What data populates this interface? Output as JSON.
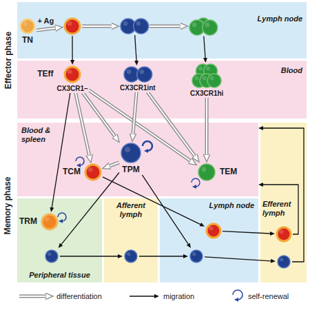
{
  "diagram": {
    "nodes": [
      {
        "text": [
          "Lymph node"
        ]
      },
      {
        "text": [
          "TN"
        ],
        "in": 0
      },
      {
        "text": [],
        "in": 0
      },
      {
        "text": [],
        "in": 0
      },
      {
        "text": [],
        "in": 0
      },
      {
        "text": [
          "Blood"
        ]
      },
      {
        "text": [
          "TEff",
          "CX3CR1−"
        ],
        "in": 5
      },
      {
        "text": [
          "CX3CR1int"
        ],
        "in": 5
      },
      {
        "text": [
          "CX3CR1hi"
        ],
        "in": 5
      },
      {
        "text": [
          "Blood & spleen"
        ]
      },
      {
        "text": [
          "TCM"
        ],
        "in": 9
      },
      {
        "text": [
          "TPM"
        ],
        "in": 9
      },
      {
        "text": [
          "TEM"
        ],
        "in": 9
      },
      {
        "text": [
          "Peripheral tissue"
        ]
      },
      {
        "text": [
          "TRM"
        ],
        "in": 13
      },
      {
        "text": [],
        "in": 13
      },
      {
        "text": [
          "Afferent lymph"
        ]
      },
      {
        "text": [],
        "in": 16
      },
      {
        "text": [
          "Lymph node"
        ]
      },
      {
        "text": [],
        "in": 18
      },
      {
        "text": [],
        "in": 18
      },
      {
        "text": [
          "Efferent lymph"
        ]
      },
      {
        "text": [],
        "in": 21
      },
      {
        "text": [],
        "in": 21
      }
    ],
    "edges": [
      {
        "from": 1,
        "to": 2,
        "arrow": "to",
        "label": "+ Ag"
      },
      {
        "from": 2,
        "to": 3,
        "arrow": "to"
      },
      {
        "from": 3,
        "to": 4,
        "arrow": "to"
      },
      {
        "from": 2,
        "to": 6,
        "arrow": "to"
      },
      {
        "from": 3,
        "to": 7,
        "arrow": "to"
      },
      {
        "from": 4,
        "to": 8,
        "arrow": "to"
      },
      {
        "from": 6,
        "to": 10,
        "arrow": "to"
      },
      {
        "from": 6,
        "to": 11,
        "arrow": "to"
      },
      {
        "from": 6,
        "to": 12,
        "arrow": "to"
      },
      {
        "from": 7,
        "to": 11,
        "arrow": "to"
      },
      {
        "from": 7,
        "to": 12,
        "arrow": "to"
      },
      {
        "from": 8,
        "to": 12,
        "arrow": "to"
      },
      {
        "from": 11,
        "to": 10,
        "arrow": "to"
      },
      {
        "from": 6,
        "to": 14,
        "arrow": "to"
      },
      {
        "from": 11,
        "to": 15,
        "arrow": "to"
      },
      {
        "from": 11,
        "to": 20,
        "arrow": "to"
      },
      {
        "from": 10,
        "to": 19,
        "arrow": "to"
      },
      {
        "from": 15,
        "to": 17,
        "arrow": "to"
      },
      {
        "from": 17,
        "to": 20,
        "arrow": "to"
      },
      {
        "from": 20,
        "to": 23,
        "arrow": "to"
      },
      {
        "from": 19,
        "to": 22,
        "arrow": "to"
      },
      {
        "from": 22,
        "to": 9,
        "arrow": "to"
      },
      {
        "from": 23,
        "to": 9,
        "arrow": "to"
      }
    ],
    "labels": [
      "Effector phase",
      "Memory phase"
    ],
    "legend": [
      {
        "text": "differentiation"
      },
      {
        "text": "migration"
      },
      {
        "text": "self-renewal"
      }
    ]
  }
}
